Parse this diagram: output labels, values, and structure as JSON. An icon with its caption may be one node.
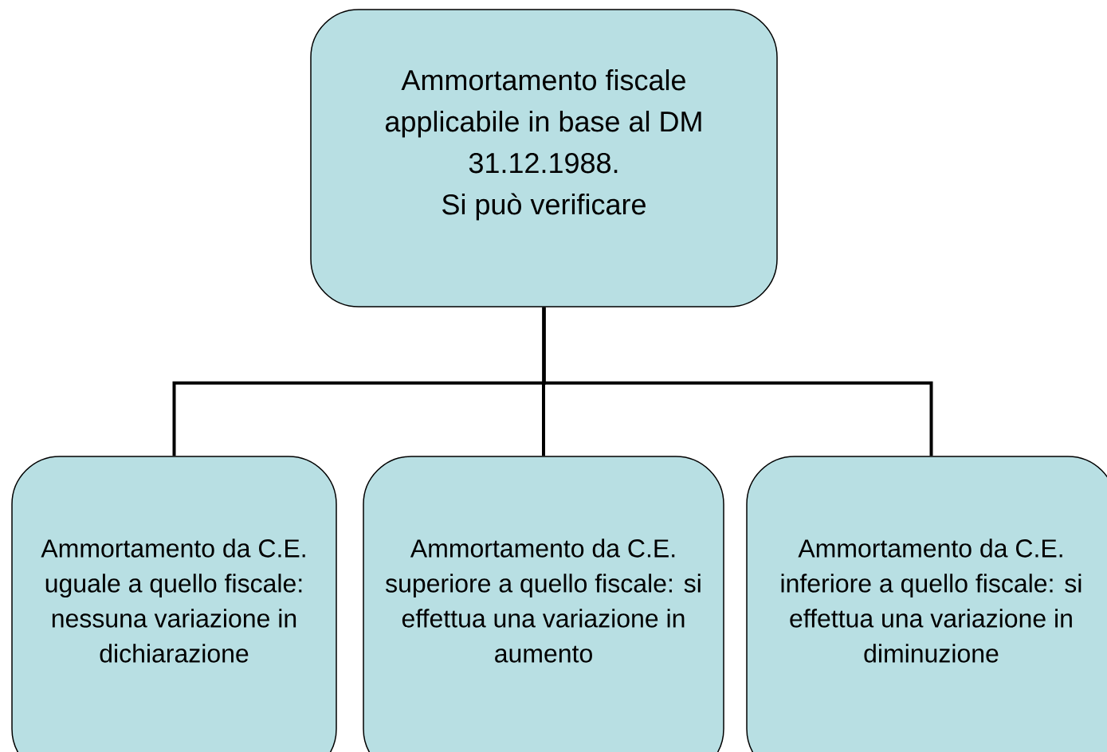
{
  "diagram": {
    "nodes": [
      {
        "text": [
          "Ammortamento fiscale applicabile in base al DM 31.12.1988.",
          "Si può verificare"
        ]
      },
      {
        "text": [
          "Ammortamento da C.E. uguale a quello fiscale: nessuna variazione in dichiarazione"
        ]
      },
      {
        "text": [
          "Ammortamento da C.E. superiore a quello fiscale: si effettua una variazione in aumento"
        ]
      },
      {
        "text": [
          "Ammortamento da C.E. inferiore a quello fiscale: si effettua una variazione in diminuzione"
        ]
      }
    ],
    "edges": [
      {
        "from": 0,
        "to": 1,
        "arrow": "none"
      },
      {
        "from": 0,
        "to": 2,
        "arrow": "none"
      },
      {
        "from": 0,
        "to": 3,
        "arrow": "none"
      }
    ]
  }
}
